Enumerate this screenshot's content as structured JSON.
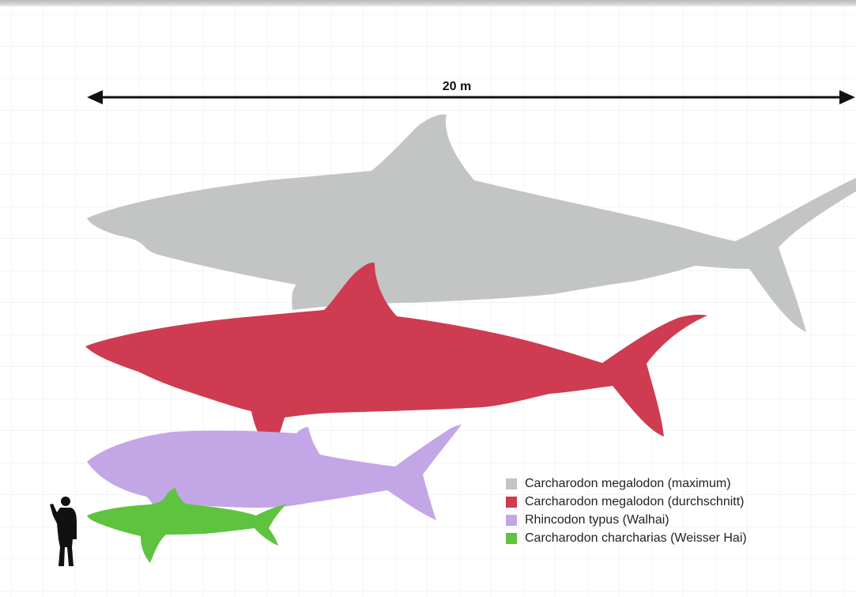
{
  "scale": {
    "label": "20 m"
  },
  "legend": {
    "items": [
      {
        "label": "Carcharodon megalodon (maximum)",
        "color": "#c3c5c4",
        "icon": "megalodon-maximum-silhouette"
      },
      {
        "label": "Carcharodon megalodon (durchschnitt)",
        "color": "#cf3b50",
        "icon": "megalodon-average-silhouette"
      },
      {
        "label": "Rhincodon typus (Walhai)",
        "color": "#c3a6e6",
        "icon": "whale-shark-silhouette"
      },
      {
        "label": "Carcharodon charcharias (Weisser Hai)",
        "color": "#5ec33f",
        "icon": "great-white-shark-silhouette"
      }
    ]
  },
  "human": {
    "icon": "human-silhouette-icon",
    "color": "#111111"
  },
  "grid": true
}
